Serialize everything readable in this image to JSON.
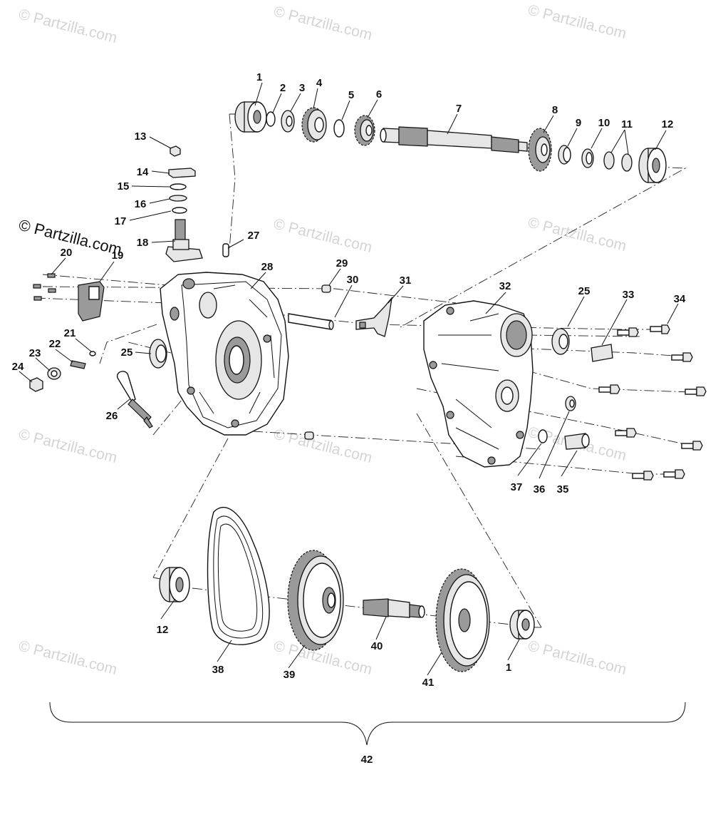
{
  "watermark": "© Partzilla.com",
  "callouts": {
    "n1": "1",
    "n2": "2",
    "n3": "3",
    "n4": "4",
    "n5": "5",
    "n6": "6",
    "n7": "7",
    "n8": "8",
    "n9": "9",
    "n10": "10",
    "n11": "11",
    "n12": "12",
    "n13": "13",
    "n14": "14",
    "n15": "15",
    "n16": "16",
    "n17": "17",
    "n18": "18",
    "n19": "19",
    "n20": "20",
    "n21": "21",
    "n22": "22",
    "n23": "23",
    "n24": "24",
    "n25": "25",
    "n26": "26",
    "n27": "27",
    "n28": "28",
    "n29": "29",
    "n30": "30",
    "n31": "31",
    "n32": "32",
    "n33": "33",
    "n34": "34",
    "n35": "35",
    "n36": "36",
    "n37": "37",
    "n38": "38",
    "n39": "39",
    "n40": "40",
    "n41": "41",
    "n42": "42"
  }
}
